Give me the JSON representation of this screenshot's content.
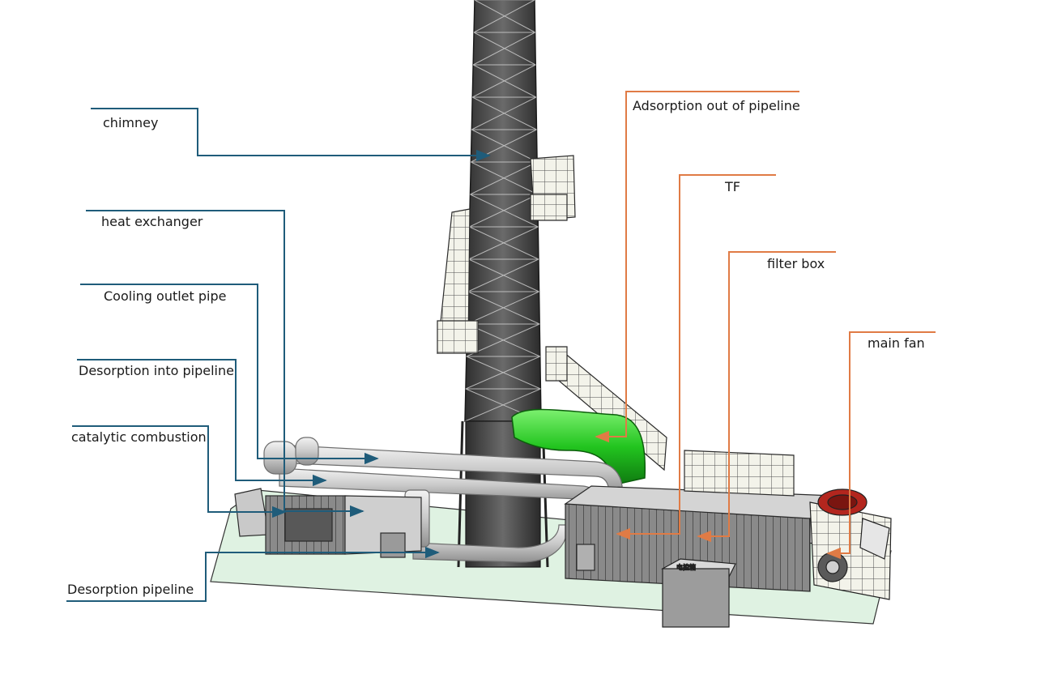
{
  "labels": {
    "chimney": "chimney",
    "heat_exchanger": "heat exchanger",
    "cooling_outlet_pipe": "Cooling outlet pipe",
    "desorption_into_pipeline": "Desorption into pipeline",
    "catalytic_combustion": "catalytic combustion",
    "desorption_pipeline": "Desorption pipeline",
    "adsorption_out_of_pipeline": "Adsorption out of pipeline",
    "tf": "TF",
    "filter_box": "filter box",
    "main_fan": "main fan",
    "control_cabinet_plate": "电控箱"
  },
  "colors": {
    "left_leader": "#1f5c7a",
    "right_leader": "#e07b45",
    "ground_pad": "#dff2e2",
    "steel": "#4b4b4b",
    "pipe": "#d8d8d8",
    "duct_green": "#22c41f",
    "fan_red": "#b3261e"
  }
}
